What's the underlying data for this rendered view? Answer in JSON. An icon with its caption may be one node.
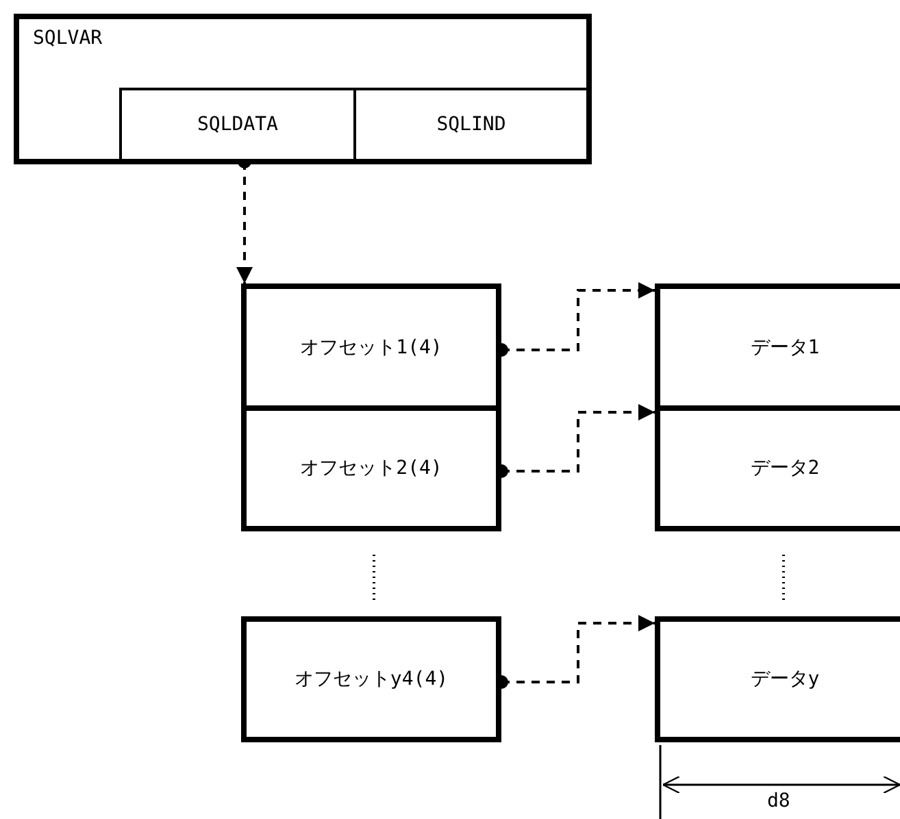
{
  "diagram": {
    "nodes": [
      {
        "text": [
          "SQLVAR"
        ]
      },
      {
        "text": [
          "SQLDATA"
        ],
        "in": 0
      },
      {
        "text": [
          "SQLIND"
        ],
        "in": 0
      },
      {
        "text": [
          "オフセット1(4)"
        ]
      },
      {
        "text": [
          "オフセット2(4)"
        ]
      },
      {
        "text": [
          "オフセットy4(4)"
        ]
      },
      {
        "text": [
          "データ1"
        ]
      },
      {
        "text": [
          "データ2"
        ]
      },
      {
        "text": [
          "データy"
        ]
      }
    ],
    "edges": [
      {
        "from": 1,
        "to": 3,
        "arrow": "to",
        "style": "dashed"
      },
      {
        "from": 3,
        "to": 6,
        "arrow": "to",
        "style": "dashed"
      },
      {
        "from": 4,
        "to": 7,
        "arrow": "to",
        "style": "dashed"
      },
      {
        "from": 5,
        "to": 8,
        "arrow": "to",
        "style": "dashed"
      }
    ],
    "labels": [
      "d8"
    ]
  }
}
